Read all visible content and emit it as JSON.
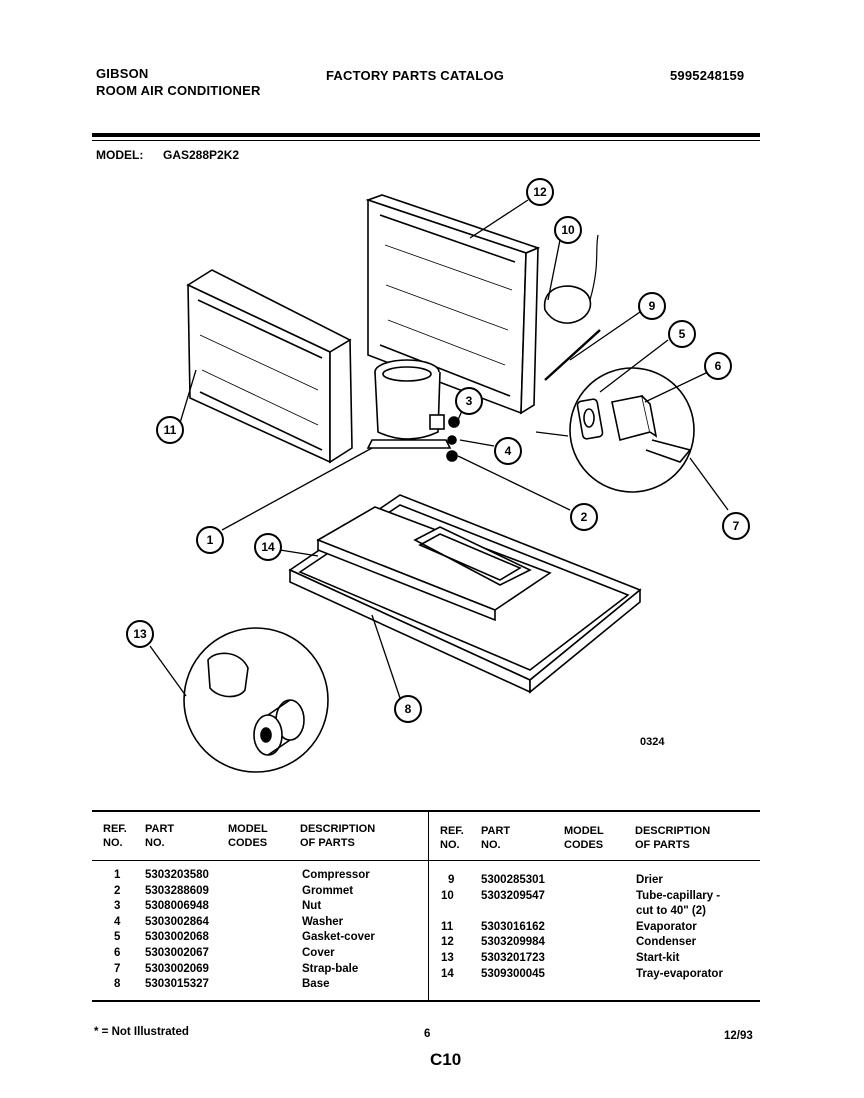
{
  "header": {
    "brand": "GIBSON",
    "product": "ROOM AIR CONDITIONER",
    "catalog_title": "FACTORY PARTS CATALOG",
    "catalog_number": "5995248159"
  },
  "model": {
    "label": "MODEL:",
    "value": "GAS288P2K2"
  },
  "diagram": {
    "code": "0324",
    "callouts": [
      "1",
      "2",
      "3",
      "4",
      "5",
      "6",
      "7",
      "8",
      "9",
      "10",
      "11",
      "12",
      "13",
      "14"
    ]
  },
  "table": {
    "headers": {
      "ref_l1": "REF.",
      "ref_l2": "NO.",
      "part_l1": "PART",
      "part_l2": "NO.",
      "model_l1": "MODEL",
      "model_l2": "CODES",
      "desc_l1": "DESCRIPTION",
      "desc_l2": "OF PARTS"
    },
    "left_rows": [
      {
        "ref": "1",
        "part": "5303203580",
        "codes": "",
        "desc": "Compressor"
      },
      {
        "ref": "2",
        "part": "5303288609",
        "codes": "",
        "desc": "Grommet"
      },
      {
        "ref": "3",
        "part": "5308006948",
        "codes": "",
        "desc": "Nut"
      },
      {
        "ref": "4",
        "part": "5303002864",
        "codes": "",
        "desc": "Washer"
      },
      {
        "ref": "5",
        "part": "5303002068",
        "codes": "",
        "desc": "Gasket-cover"
      },
      {
        "ref": "6",
        "part": "5303002067",
        "codes": "",
        "desc": "Cover"
      },
      {
        "ref": "7",
        "part": "5303002069",
        "codes": "",
        "desc": "Strap-bale"
      },
      {
        "ref": "8",
        "part": "5303015327",
        "codes": "",
        "desc": "Base"
      }
    ],
    "right_rows": [
      {
        "ref": "9",
        "part": "5300285301",
        "codes": "",
        "desc": "Drier"
      },
      {
        "ref": "10",
        "part": "5303209547",
        "codes": "",
        "desc": "Tube-capillary -"
      },
      {
        "ref": "",
        "part": "",
        "codes": "",
        "desc": "cut to 40\" (2)"
      },
      {
        "ref": "11",
        "part": "5303016162",
        "codes": "",
        "desc": "Evaporator"
      },
      {
        "ref": "12",
        "part": "5303209984",
        "codes": "",
        "desc": "Condenser"
      },
      {
        "ref": "13",
        "part": "5303201723",
        "codes": "",
        "desc": "Start-kit"
      },
      {
        "ref": "14",
        "part": "5309300045",
        "codes": "",
        "desc": "Tray-evaporator"
      }
    ]
  },
  "footer": {
    "note": "* = Not Illustrated",
    "center": "6",
    "date": "12/93",
    "page_code": "C10"
  }
}
